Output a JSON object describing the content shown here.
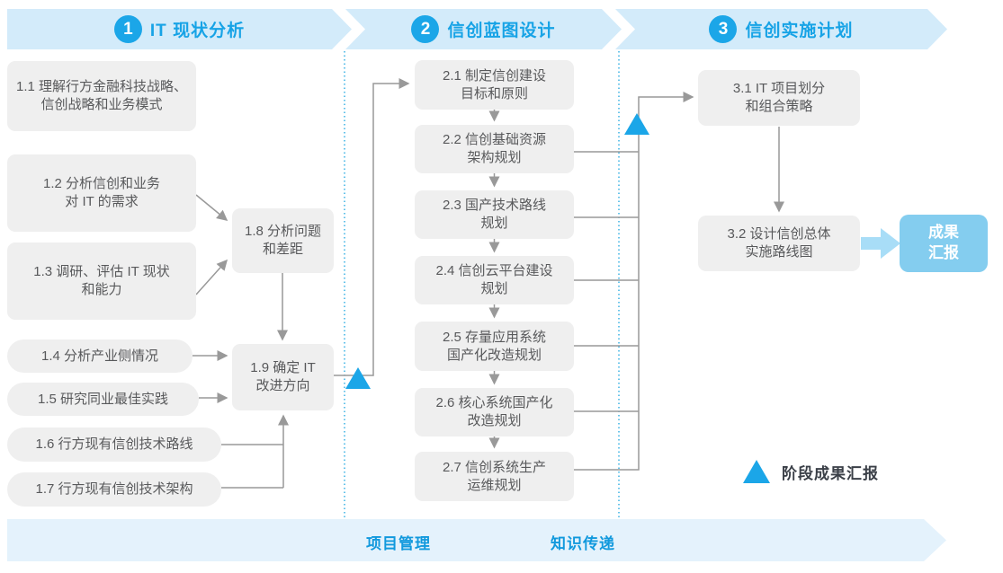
{
  "colors": {
    "accent_blue": "#1BA6E8",
    "ribbon_blue": "#D3EBFA",
    "ribbon_light_blue": "#E4F2FC",
    "box_gray": "#EFEFEF",
    "box_text_gray": "#58595B",
    "connector_gray": "#999999",
    "result_box_blue": "#84CDEF",
    "dotted_line_blue": "#29ABE2"
  },
  "phases": [
    {
      "number": "1",
      "title": "IT 现状分析"
    },
    {
      "number": "2",
      "title": "信创蓝图设计"
    },
    {
      "number": "3",
      "title": "信创实施计划"
    }
  ],
  "steps": {
    "s11": {
      "lines": [
        "1.1 理解行方金融科技战略、",
        "信创战略和业务模式"
      ]
    },
    "s12": {
      "lines": [
        "1.2 分析信创和业务",
        "对 IT 的需求"
      ]
    },
    "s13": {
      "lines": [
        "1.3 调研、评估 IT 现状",
        "和能力"
      ]
    },
    "s14": {
      "lines": [
        "1.4 分析产业侧情况"
      ]
    },
    "s15": {
      "lines": [
        "1.5 研究同业最佳实践"
      ]
    },
    "s16": {
      "lines": [
        "1.6 行方现有信创技术路线"
      ]
    },
    "s17": {
      "lines": [
        "1.7 行方现有信创技术架构"
      ]
    },
    "s18": {
      "lines": [
        "1.8 分析问题",
        "和差距"
      ]
    },
    "s19": {
      "lines": [
        "1.9 确定 IT",
        "改进方向"
      ]
    },
    "s21": {
      "lines": [
        "2.1 制定信创建设",
        "目标和原则"
      ]
    },
    "s22": {
      "lines": [
        "2.2 信创基础资源",
        "架构规划"
      ]
    },
    "s23": {
      "lines": [
        "2.3 国产技术路线",
        "规划"
      ]
    },
    "s24": {
      "lines": [
        "2.4 信创云平台建设",
        "规划"
      ]
    },
    "s25": {
      "lines": [
        "2.5 存量应用系统",
        "国产化改造规划"
      ]
    },
    "s26": {
      "lines": [
        "2.6 核心系统国产化",
        "改造规划"
      ]
    },
    "s27": {
      "lines": [
        "2.7 信创系统生产",
        "运维规划"
      ]
    },
    "s31": {
      "lines": [
        "3.1 IT 项目划分",
        "和组合策略"
      ]
    },
    "s32": {
      "lines": [
        "3.2 设计信创总体",
        "实施路线图"
      ]
    }
  },
  "result_box": {
    "lines": [
      "成果",
      "汇报"
    ]
  },
  "legend": {
    "label": "阶段成果汇报"
  },
  "footer": {
    "items": [
      "项目管理",
      "知识传递"
    ]
  }
}
